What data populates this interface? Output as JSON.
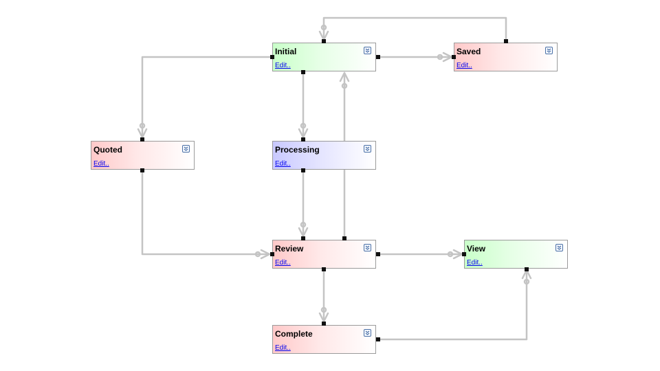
{
  "nodes": {
    "initial": {
      "title": "Initial",
      "link": "Edit..",
      "color": "#c9ffc9"
    },
    "saved": {
      "title": "Saved",
      "link": "Edit..",
      "color": "#ffc9c9"
    },
    "quoted": {
      "title": "Quoted",
      "link": "Edit..",
      "color": "#ffc9c9"
    },
    "processing": {
      "title": "Processing",
      "link": "Edit..",
      "color": "#c9c9ff"
    },
    "review": {
      "title": "Review",
      "link": "Edit..",
      "color": "#ffc9c9"
    },
    "view": {
      "title": "View",
      "link": "Edit..",
      "color": "#c9ffc9"
    },
    "complete": {
      "title": "Complete",
      "link": "Edit..",
      "color": "#ffc9c9"
    }
  },
  "edges": [
    {
      "from": "Initial",
      "to": "Saved"
    },
    {
      "from": "Saved",
      "to": "Initial"
    },
    {
      "from": "Initial",
      "to": "Quoted"
    },
    {
      "from": "Initial",
      "to": "Processing"
    },
    {
      "from": "Review",
      "to": "Initial"
    },
    {
      "from": "Processing",
      "to": "Review"
    },
    {
      "from": "Quoted",
      "to": "Review"
    },
    {
      "from": "Review",
      "to": "View"
    },
    {
      "from": "Review",
      "to": "Complete"
    },
    {
      "from": "Complete",
      "to": "View"
    }
  ],
  "colors": {
    "connector": "#c4c4c4",
    "port": "#111111",
    "link": "#0000ee"
  },
  "icons": {
    "expand": "chevron-double-down-icon"
  }
}
